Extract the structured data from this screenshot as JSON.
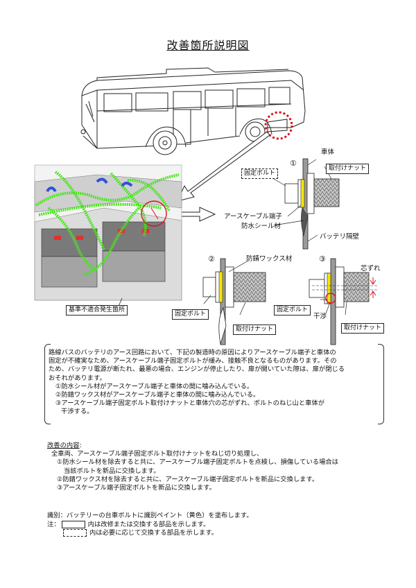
{
  "title": "改善箇所説明図",
  "labels": {
    "body": "車体",
    "fix_bolt": "固定ボルト",
    "mount_nut": "取付けナット",
    "earth_terminal": "アースケーブル端子",
    "seal": "防水シール材",
    "partition": "バッテリ隔壁",
    "wax": "防錆ワックス材",
    "misalign": "芯ずれ",
    "interference": "干渉",
    "defect_location": "基準不適合発生箇所",
    "n1": "①",
    "n2": "②",
    "n3": "③"
  },
  "description": {
    "para": [
      "路線バスのバッテリのアース回路において、下記の製造時の原因によりアースケーブル端子と車体の",
      "固定が不確実なため、アースケーブル端子固定ボルトが緩み、接触不良となるものがあります。その",
      "ため、バッテリ電源が断たれ、最悪の場合、エンジンが停止したり、扉が開いていた際は、扉が閉じる",
      "おそれがあります。"
    ],
    "item1": "①防水シール材がアースケーブル端子と車体の間に噛み込んでいる。",
    "item2": "②防錆ワックス材がアースケーブル端子と車体の間に噛み込んでいる。",
    "item3a": "③アースケーブル端子固定ボルト取付けナットと車体穴の芯がずれ、ボルトのねじ山と車体が",
    "item3b": "干渉する。"
  },
  "fix": {
    "heading": "改善の内容",
    "colon": ":",
    "line0": "全車両、アースケーブル端子固定ボルト取付けナットをねじ切り処理し、",
    "line1a": "①防水シール材を除去すると共に、アースケーブル端子固定ボルトを点検し、損傷している場合は",
    "line1b": "当該ボルトを新品に交換します。",
    "line2": "②防錆ワックス材を除去すると共に、アースケーブル端子固定ボルトを新品に交換します。",
    "line3": "③アースケーブル端子固定ボルトを新品に交換します。"
  },
  "notes": {
    "ident": "識別：バッテリーの台車ボルトに識別ペイント（黄色）を塗布します。",
    "note_prefix": "注：",
    "solid_text": "内は改修または交換する部品を示します。",
    "dashed_text": "内は必要に応じて交換する部品を示します。"
  },
  "colors": {
    "accent_red": "#d9141b",
    "highlight_yellow": "#f6e700",
    "harness_green": "#46e619",
    "clamp_blue": "#2c52d9",
    "battery_red": "#e03030",
    "metal_gray": "#9a9a9a",
    "thread_gray": "#bdbdbd"
  }
}
